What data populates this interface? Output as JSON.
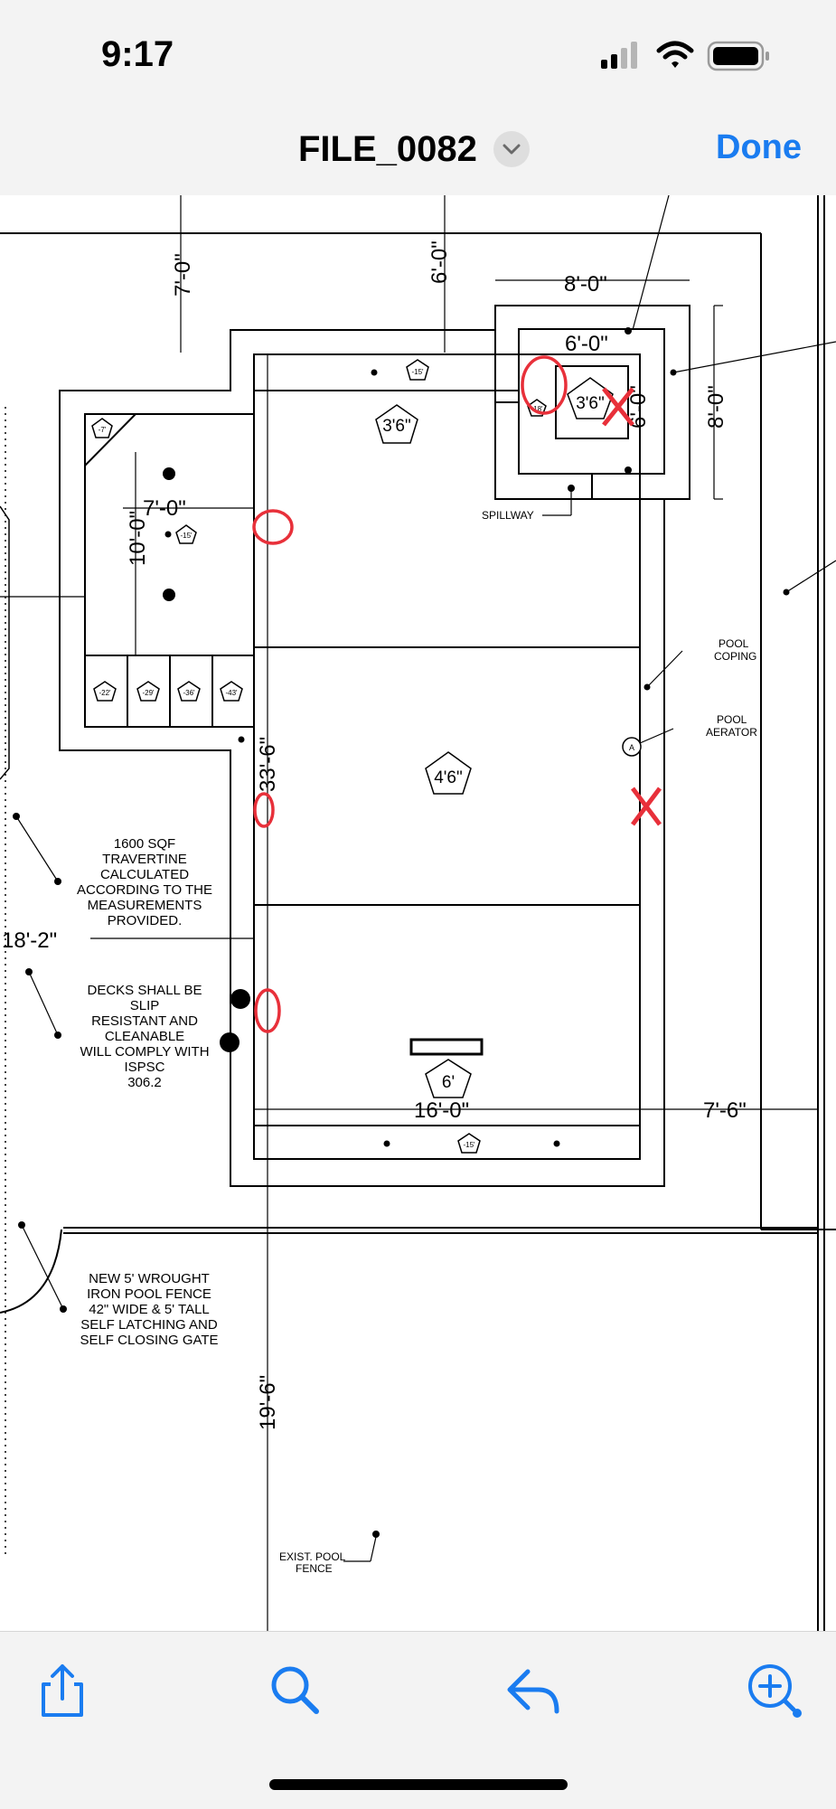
{
  "status": {
    "time": "9:17"
  },
  "nav": {
    "title": "FILE_0082",
    "done_label": "Done"
  },
  "drawing": {
    "dims": {
      "d1": "7'-0\"",
      "d2": "6'-0\"",
      "d3": "8'-0\"",
      "d4": "6'-0\"",
      "d5": "8'-0\"",
      "d6": "6'-0\"",
      "d7": "7'-0\"",
      "d8": "10'-0\"",
      "d9": "33'-6\"",
      "d10": "18'-2\"",
      "d11": "16'-0\"",
      "d12": "7'-6\"",
      "d13": "19'-6\""
    },
    "depths": {
      "p1": "3'6\"",
      "p2": "3'6\"",
      "p3": "4'6\"",
      "p4": "6'",
      "s1": "-15'",
      "s2": "-15'",
      "s3": "-7'",
      "s4": "-22'",
      "s5": "-29'",
      "s6": "-36'",
      "s7": "-43'",
      "s8": "-15'",
      "s9": "-18'"
    },
    "labels": {
      "spillway": "SPILLWAY",
      "coping_1": "POOL",
      "coping_2": "COPING",
      "aerator_1": "POOL",
      "aerator_2": "AERATOR",
      "aerator_mark": "A",
      "note1_l1": "1600 SQF",
      "note1_l2": "TRAVERTINE",
      "note1_l3": "CALCULATED",
      "note1_l4": "ACCORDING TO THE",
      "note1_l5": "MEASUREMENTS",
      "note1_l6": "PROVIDED.",
      "note2_l1": "DECKS SHALL BE",
      "note2_l2": "SLIP",
      "note2_l3": "RESISTANT AND",
      "note2_l4": "CLEANABLE",
      "note2_l5": "WILL COMPLY WITH",
      "note2_l6": "ISPSC",
      "note2_l7": "306.2",
      "note3_l1": "NEW 5' WROUGHT",
      "note3_l2": "IRON POOL FENCE",
      "note3_l3": "42\" WIDE & 5' TALL",
      "note3_l4": "SELF LATCHING AND",
      "note3_l5": "SELF CLOSING GATE",
      "exist_l1": "EXIST. POOL",
      "exist_l2": "FENCE"
    },
    "markup_color": "#e8303a"
  },
  "icons": {
    "status": [
      "signal-icon",
      "wifi-icon",
      "battery-icon"
    ],
    "toolbar": [
      "share-icon",
      "search-icon",
      "reply-icon",
      "markup-icon"
    ]
  },
  "colors": {
    "accent": "#1a7cf0",
    "markup": "#e8303a",
    "bar_bg": "#f3f3f3"
  }
}
